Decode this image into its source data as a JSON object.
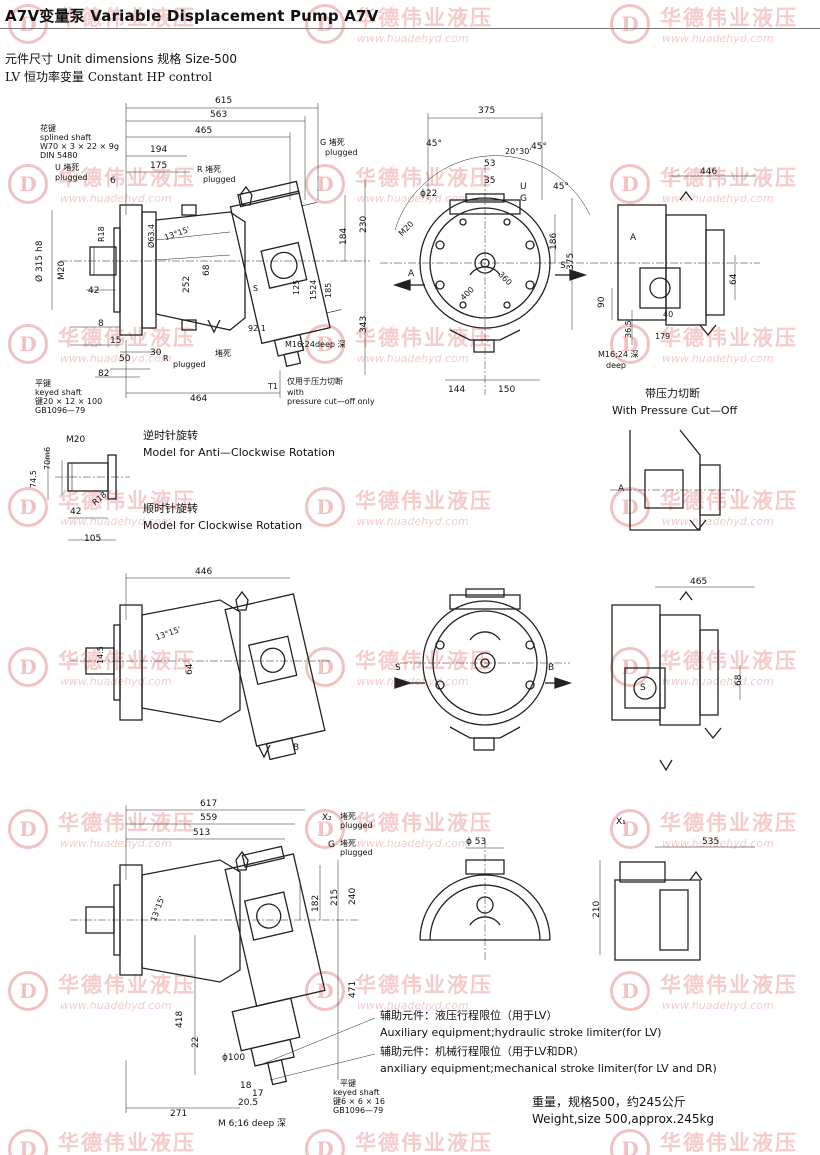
{
  "header": {
    "title": "A7V变量泵 Variable Displacement Pump A7V",
    "subtitle1": "元件尺寸 Unit dimensions 规格 Size-500",
    "subtitle2": "LV 恒功率变量 Constant HP control"
  },
  "watermark": {
    "cn": "华德伟业液压",
    "url": "www.huadehyd.com",
    "logo": "D"
  },
  "view1": {
    "dims": {
      "d615": "615",
      "d563": "563",
      "d465": "465",
      "d194": "194",
      "d175": "175",
      "d6": "6",
      "d8": "8",
      "d15": "15",
      "d50": "50",
      "d30": "30",
      "d82": "82",
      "d464": "464",
      "d42": "42",
      "d252": "252",
      "d68": "68",
      "d125": "125",
      "d1524": "1524",
      "d185": "185",
      "d921": "92.1",
      "d184": "184",
      "d230": "230",
      "d343": "343",
      "d315": "Ø 315 h8",
      "m20": "M20",
      "r18": "R18",
      "angle": "13°15'",
      "d634": "Ø63.4"
    },
    "spline_cn": "花键",
    "spline_en": "splined shaft",
    "spline_spec": "W70 × 3 × 22 × 9g",
    "spline_din": "DIN 5480",
    "u_plugged_cn": "U 堵死",
    "u_plugged_en": "plugged",
    "r_plugged_top_cn": "R 堵死",
    "r_plugged_top_en": "plugged",
    "g_plugged_cn": "G 堵死",
    "g_plugged_en": "plugged",
    "r_plugged_bot": "R",
    "r_plugged_bot_en": "plugged",
    "r_plugged_bot_cn": "堵死",
    "s_port": "S",
    "m16": "M16;24deep 深",
    "t1": "T1",
    "cutoff_cn": "仅用于压力切断",
    "cutoff_en1": "with",
    "cutoff_en2": "pressure cut—off only"
  },
  "keyed1": {
    "cn": "平键",
    "en": "keyed shaft",
    "spec_cn": "键20 × 12 × 100",
    "std": "GB1096—79",
    "m20": "M20",
    "d70": "70m6",
    "d745": "74.5",
    "r18": "R18",
    "d42": "42",
    "d105": "105"
  },
  "rotation": {
    "anti_cn": "逆时针旋转",
    "anti_en": "Model for Anti—Clockwise Rotation",
    "cw_cn": "顺时针旋转",
    "cw_en": "Model for Clockwise Rotation"
  },
  "front1": {
    "dims": {
      "d375": "375",
      "d45a": "45°",
      "d45b": "45°",
      "d45c": "45°",
      "d2030": "20°30'",
      "d53": "53",
      "d35": "35",
      "d22": "ϕ22",
      "m20": "M20",
      "d400": "400",
      "d360": "360",
      "d186": "186",
      "d375v": "375",
      "d144": "144",
      "d150": "150"
    },
    "u": "U",
    "g": "G",
    "a": "A",
    "s": "S"
  },
  "side1": {
    "dims": {
      "d446": "446",
      "d64": "64",
      "d90": "90",
      "d365": "36.5",
      "d40": "40",
      "d179": "179"
    },
    "a": "A",
    "m16": "M16;24 深",
    "deep": "deep"
  },
  "cutoff": {
    "cn": "带压力切断",
    "en": "With Pressure Cut—Off",
    "a": "A"
  },
  "view2": {
    "d446": "446",
    "angle": "13°15'",
    "d64": "64",
    "d145": "14.5",
    "b": "B"
  },
  "front2": {
    "s": "S",
    "b": "B"
  },
  "side2": {
    "d465": "465",
    "d68": "68",
    "s": "S"
  },
  "view3": {
    "dims": {
      "d617": "617",
      "d559": "559",
      "d513": "513",
      "d182": "182",
      "d215": "215",
      "d240": "240",
      "d471": "471",
      "d418": "418",
      "d22": "22",
      "d100": "ϕ100",
      "d18": "18",
      "d17": "17",
      "d205": "20.5",
      "d271": "271",
      "angle": "13°15'"
    },
    "x2": "X₂",
    "x2_cn": "堵死",
    "x2_en": "plugged",
    "g": "G",
    "g_cn": "堵死",
    "g_en": "plugged",
    "m6": "M 6;16 deep 深",
    "keyed_cn": "平键",
    "keyed_en": "keyed shaft",
    "keyed_spec": "键6 × 6 × 16",
    "keyed_std": "GB1096—79"
  },
  "front3": {
    "d53": "ϕ 53"
  },
  "side3": {
    "x1": "X₁",
    "d535": "535",
    "d210": "210"
  },
  "notes": {
    "aux1_cn": "辅助元件：液压行程限位（用于LV）",
    "aux1_en": "Auxiliary equipment;hydraulic stroke limiter(for LV)",
    "aux2_cn": "辅助元件：机械行程限位（用于LV和DR）",
    "aux2_en": "anxiliary equipment;mechanical stroke limiter(for LV and DR)",
    "weight_cn": "重量，规格500，约245公斤",
    "weight_en": "Weight,size 500,approx.245kg"
  }
}
